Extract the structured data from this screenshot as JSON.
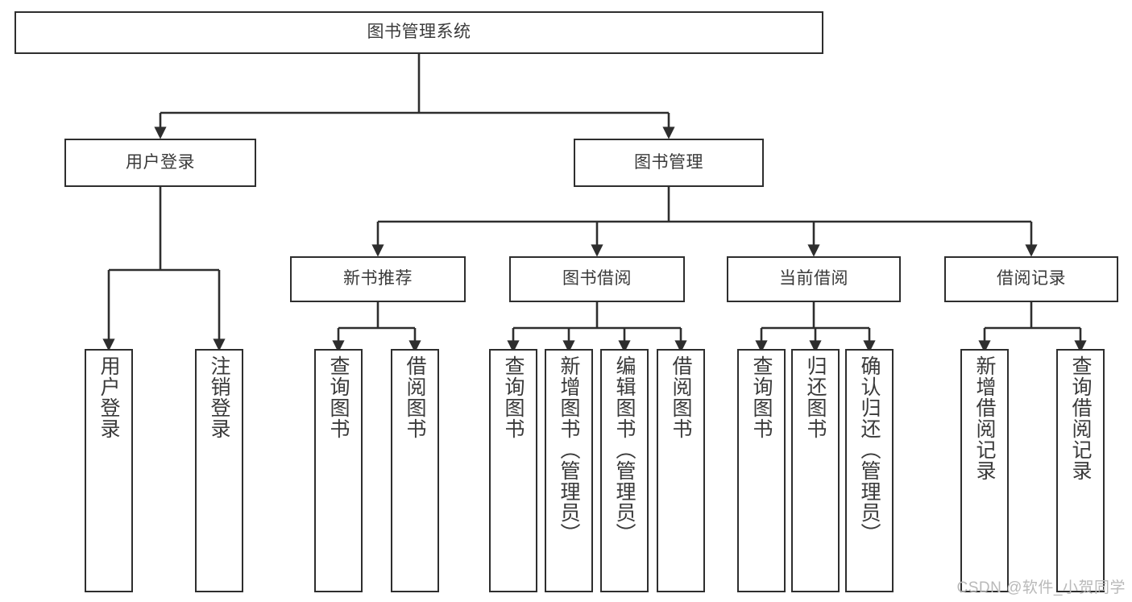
{
  "diagram": {
    "title": "图书管理系统",
    "type": "tree-hierarchy",
    "colors": {
      "stroke": "#2e2e2e",
      "text": "#3a3a3a",
      "background": "#ffffff",
      "watermark": "#b9b9b9"
    },
    "nodes": {
      "root": {
        "label": "图书管理系统"
      },
      "level2": [
        {
          "label": "用户登录"
        },
        {
          "label": "图书管理"
        }
      ],
      "level3": [
        {
          "label": "新书推荐"
        },
        {
          "label": "图书借阅"
        },
        {
          "label": "当前借阅"
        },
        {
          "label": "借阅记录"
        }
      ],
      "leaves": {
        "user_login": [
          {
            "label": "用户登录"
          },
          {
            "label": "注销登录"
          }
        ],
        "new_book_recommend": [
          {
            "label": "查询图书"
          },
          {
            "label": "借阅图书"
          }
        ],
        "book_borrow": [
          {
            "label": "查询图书"
          },
          {
            "label": "新增图书（管理员）"
          },
          {
            "label": "编辑图书（管理员）"
          },
          {
            "label": "借阅图书"
          }
        ],
        "current_borrow": [
          {
            "label": "查询图书"
          },
          {
            "label": "归还图书"
          },
          {
            "label": "确认归还（管理员）"
          }
        ],
        "borrow_record": [
          {
            "label": "新增借阅记录"
          },
          {
            "label": "查询借阅记录"
          }
        ]
      }
    },
    "watermark": "CSDN @软件_小贺同学"
  }
}
